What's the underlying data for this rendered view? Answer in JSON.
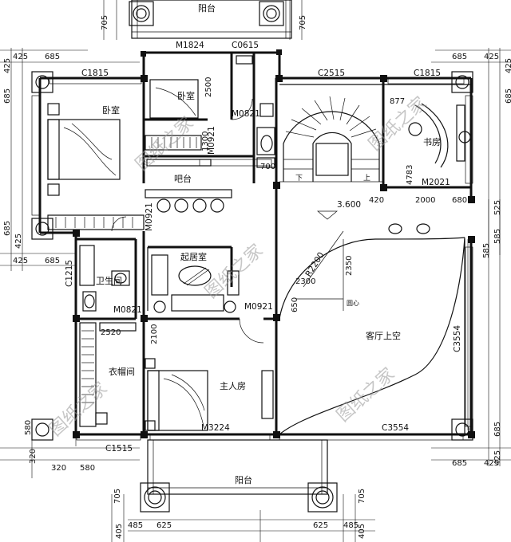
{
  "plan": {
    "rooms": {
      "balcony_top": "阳台",
      "bedroom_left": "卧室",
      "bedroom_mid": "卧室",
      "bar": "吧台",
      "bathroom": "卫生间",
      "living_room": "起居室",
      "closet": "衣帽间",
      "master_bedroom": "主人房",
      "study": "书房",
      "living_void": "客厅上空",
      "balcony_bottom": "阳台"
    },
    "codes": {
      "m1824": "M1824",
      "c0615": "C0615",
      "c2515": "C2515",
      "c1815_left": "C1815",
      "c1815_right": "C1815",
      "m0821_top": "M0821",
      "m2021": "M2021",
      "m0921_top": "M0921",
      "m0921_left": "M0921",
      "c1215": "C1215",
      "m0821_left": "M0821",
      "m0921_mid": "M0921",
      "c3554_right": "C3554",
      "c3554_bottom": "C3554",
      "m3224": "M3224",
      "c1515": "C1515",
      "r2200": "R2200",
      "circle_center": "圆心",
      "stair_down": "下",
      "stair_up": "上",
      "elevation": "3.600"
    },
    "dims": {
      "d705_top_l": "705",
      "d705_top_r": "705",
      "d425_tl": "425",
      "d685_tl": "685",
      "d685_tr": "685",
      "d425_tr": "425",
      "d425_lt": "425",
      "d685_lt": "685",
      "d685_rt": "685",
      "d425_rt": "425",
      "d2500": "2500",
      "d1300": "1300",
      "d700": "700",
      "d877": "877",
      "d4783": "4783",
      "d420": "420",
      "d2000": "2000",
      "d680": "680",
      "d685_lm": "685",
      "d425_lm": "425",
      "d425_lm2": "425",
      "d685_lm2": "685",
      "d525_r": "525",
      "d585_r": "585",
      "d585_r2": "585",
      "d2350": "2350",
      "d2300": "2300",
      "d650": "650",
      "d2520": "2520",
      "d2100": "2100",
      "d580_l": "580",
      "d320_l": "320",
      "d320_b": "320",
      "d580_b": "580",
      "d685_br": "685",
      "d425_br": "425",
      "d685_rb": "685",
      "d425_rb": "425",
      "d705_bot_l": "705",
      "d705_bot_r": "705",
      "d405_bl": "405",
      "d485_bl": "485",
      "d625_bl": "625",
      "d625_br": "625",
      "d485_br": "485",
      "d405_br": "405"
    },
    "watermark": "图纸之家"
  }
}
